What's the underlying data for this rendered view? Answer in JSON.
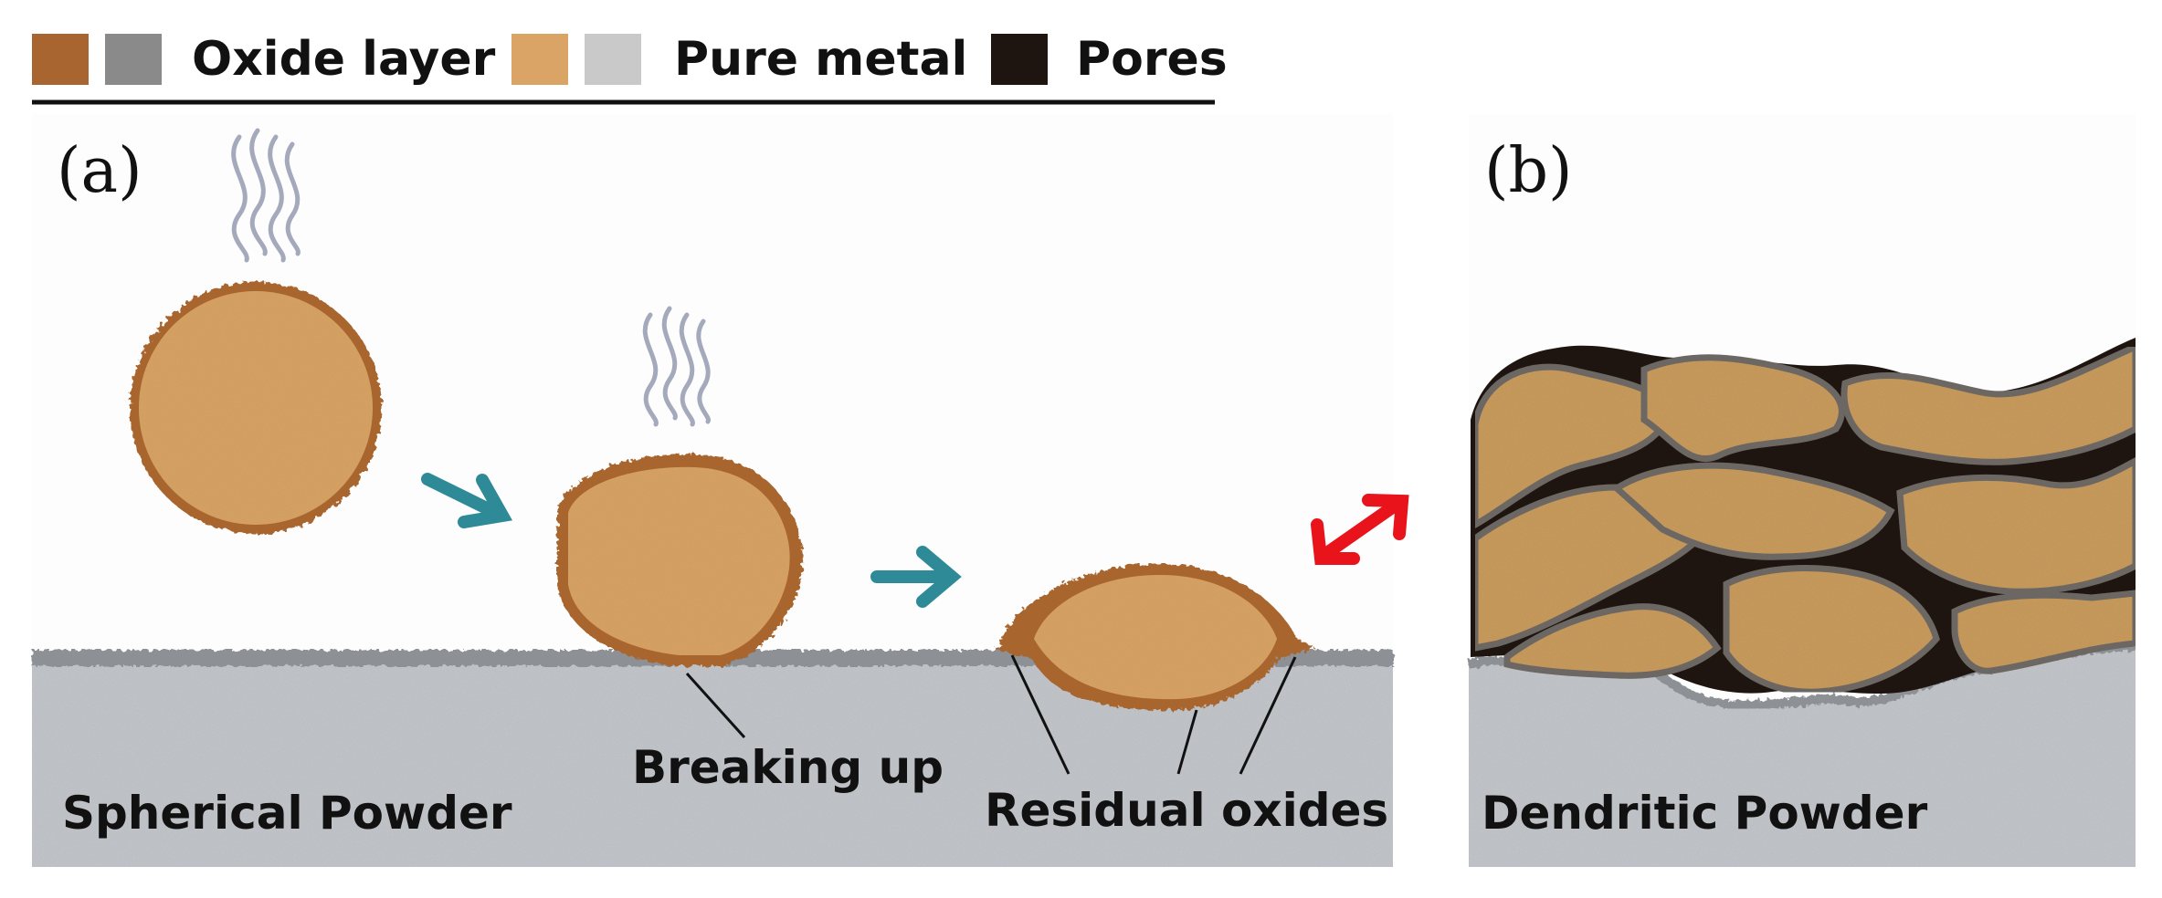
{
  "legend": {
    "oxide_label": "Oxide layer",
    "metal_label": "Pure metal",
    "pores_label": "Pores",
    "colors": {
      "oxide_brown": "#a9652f",
      "oxide_gray": "#8a8a8a",
      "metal_tan": "#d9a465",
      "metal_light": "#c9c9c9",
      "pores": "#1e1410"
    }
  },
  "panel_a": {
    "label": "(a)",
    "spherical_label": "Spherical Powder",
    "breaking_label": "Breaking up",
    "residual_label": "Residual oxides"
  },
  "panel_b": {
    "label": "(b)",
    "dendritic_label": "Dendritic Powder"
  },
  "colors": {
    "substrate": "#c3c6ca",
    "substrate_top": "#8d9094",
    "teal_arrow": "#2f8a97",
    "red_arrow": "#e8131b",
    "steam": "#8f95ad"
  }
}
